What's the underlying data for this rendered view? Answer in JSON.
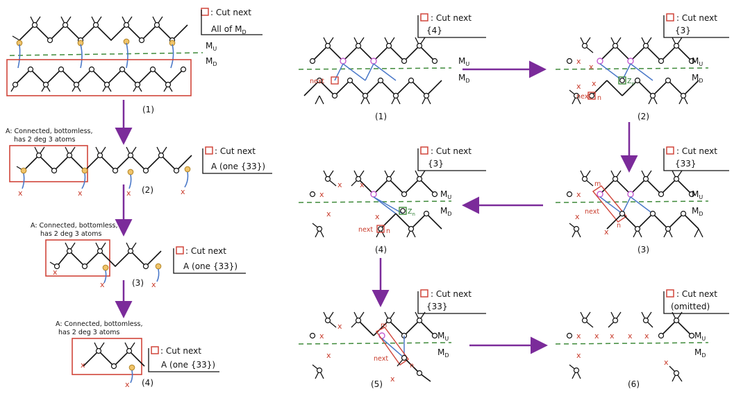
{
  "box_icon_color": "#d0453a",
  "colors": {
    "purple": "#7b2b9a",
    "green_dash": "#3f8a3a",
    "blue": "#4a78c8",
    "red": "#c83a2a",
    "orange": "#e0b25a",
    "magenta": "#c45bd0"
  },
  "left": {
    "panel1": {
      "cut_label": ": Cut next",
      "cut_value": "All of M",
      "cut_value_sub": "D",
      "mu": "M",
      "mu_sub": "U",
      "md": "M",
      "md_sub": "D",
      "step": "(1)"
    },
    "panel2": {
      "note_line1": "A: Connected, bottomless,",
      "note_line2": "has 2 deg 3 atoms",
      "cut_label": ": Cut next",
      "cut_value": "A (one {33})",
      "step": "(2)"
    },
    "panel3": {
      "note_line1": "A: Connected, bottomless,",
      "note_line2": "has 2 deg 3 atoms",
      "cut_label": ": Cut next",
      "cut_value": "A (one {33})",
      "step": "(3)"
    },
    "panel4": {
      "note_line1": "A: Connected, bottomless,",
      "note_line2": "has 2 deg 3 atoms",
      "cut_label": ": Cut next",
      "cut_value": "A (one {33})",
      "step": "(4)"
    }
  },
  "right": {
    "p1": {
      "cut_label": ": Cut next",
      "cut_value": "{4}",
      "step": "(1)",
      "next": "next"
    },
    "p2": {
      "cut_label": ": Cut next",
      "cut_value": "{3}",
      "step": "(2)",
      "next": "next",
      "n": "n",
      "z": "Z",
      "z_sub": "n"
    },
    "p3": {
      "cut_label": ": Cut next",
      "cut_value": "{33}",
      "step": "(3)",
      "next": "next",
      "m": "m",
      "n": "n"
    },
    "p4": {
      "cut_label": ": Cut next",
      "cut_value": "{3}",
      "step": "(4)",
      "next": "next",
      "n": "n",
      "z": "Z",
      "z_sub": "n"
    },
    "p5": {
      "cut_label": ": Cut next",
      "cut_value": "{33}",
      "step": "(5)",
      "next": "next",
      "m": "m",
      "n": "n"
    },
    "p6": {
      "cut_label": ": Cut next",
      "cut_value": "(omitted)",
      "step": "(6)"
    },
    "mu": "M",
    "mu_sub": "U",
    "md": "M",
    "md_sub": "D",
    "x_mark": "x"
  }
}
